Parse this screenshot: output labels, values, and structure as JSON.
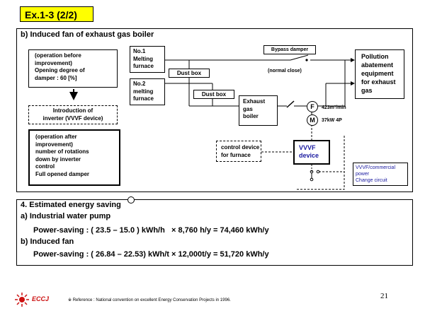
{
  "title": "Ex.1-3 (2/2)",
  "section_b": {
    "heading": "b) Induced fan of exhaust gas boiler",
    "before_box": [
      "(operation before",
      "improvement)",
      "Opening degree of",
      "damper : 60 [%]"
    ],
    "intro_box": [
      "Introduction of",
      "inverter (VVVF device)"
    ],
    "after_box": [
      "(operation after",
      "improvement)",
      "number of rotations",
      "down by inverter",
      "control",
      "Full opened damper"
    ],
    "furnace1": [
      "No.1",
      "Melting",
      "furnace"
    ],
    "furnace2": [
      "No.2",
      "melting",
      "furnace"
    ],
    "dust_box_1": "Dust box",
    "dust_box_2": "Dust box",
    "boiler": [
      "Exhaust",
      "gas",
      "boiler"
    ],
    "bypass_damper": "Bypass damper",
    "normal_close": "(normal close)",
    "pollution": [
      "Pollution",
      "abatement",
      "equipment",
      "for exhaust",
      "gas"
    ],
    "fan_symbol": "F",
    "motor_symbol": "M",
    "flow": "423m³/min",
    "motor_spec": "37kW  4P",
    "control_device": [
      "control  device",
      "for furnace"
    ],
    "vvvf": [
      "VVVF",
      "device"
    ],
    "vvvf_circuit": [
      "VVVF/commercial",
      "power",
      "Change circuit"
    ]
  },
  "section4": {
    "heading": "4. Estimated energy saving",
    "a_heading": "a) Industrial water pump",
    "a_formula": "Power-saving : ( 23.5 – 15.0 ) kWh/h   × 8,760 h/y = 74,460 kWh/y",
    "b_heading": "b) Induced fan",
    "b_formula": "Power-saving : ( 26.84 – 22.53) kWh/t × 12,000t/y = 51,720 kWh/y"
  },
  "footer": {
    "logo_text": "ECCJ",
    "reference": "※ Reference : National  convention  on  excellent  Energy Conservation   Projects  in 1996.",
    "page_number": "21"
  },
  "colors": {
    "title_bg": "#ffff00",
    "vvvf_text": "#1a1aa0",
    "logo_red": "#cc1111"
  }
}
